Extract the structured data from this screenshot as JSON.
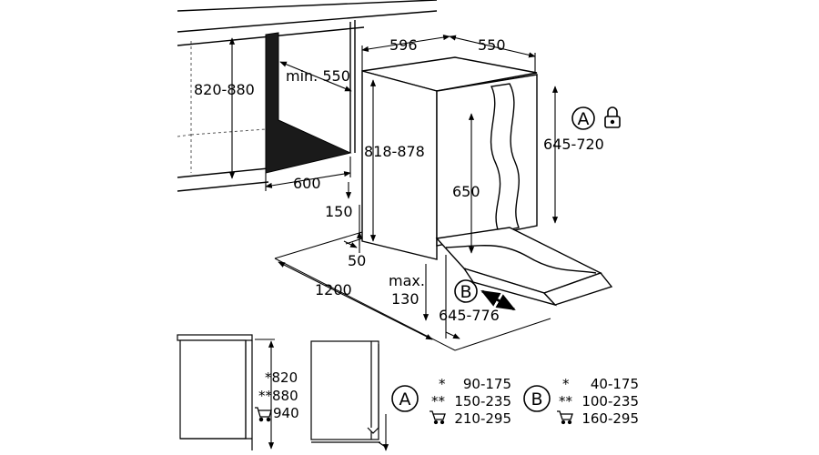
{
  "dimensions": {
    "cabinet_height": "820-880",
    "min_depth": "min. 550",
    "niche_width": "600",
    "appliance_width": "596",
    "appliance_depth": "550",
    "appliance_height": "818-878",
    "door_height": "645-720",
    "inner_height": "650",
    "plinth_height": "150",
    "plinth_setback": "50",
    "door_swing": "1200",
    "max_label": "max.",
    "max_value": "130",
    "door_travel": "645-776"
  },
  "markers": {
    "a": "A",
    "b": "B"
  },
  "side_view": {
    "heights": [
      "*820",
      "**880",
      "940"
    ]
  },
  "table_a": {
    "letter": "A",
    "rows": [
      {
        "key": "*",
        "value": "90-175"
      },
      {
        "key": "**",
        "value": "150-235"
      },
      {
        "key": "",
        "value": "210-295"
      }
    ]
  },
  "table_b": {
    "letter": "B",
    "rows": [
      {
        "key": "*",
        "value": "40-175"
      },
      {
        "key": "**",
        "value": "100-235"
      },
      {
        "key": "",
        "value": "160-295"
      }
    ]
  }
}
